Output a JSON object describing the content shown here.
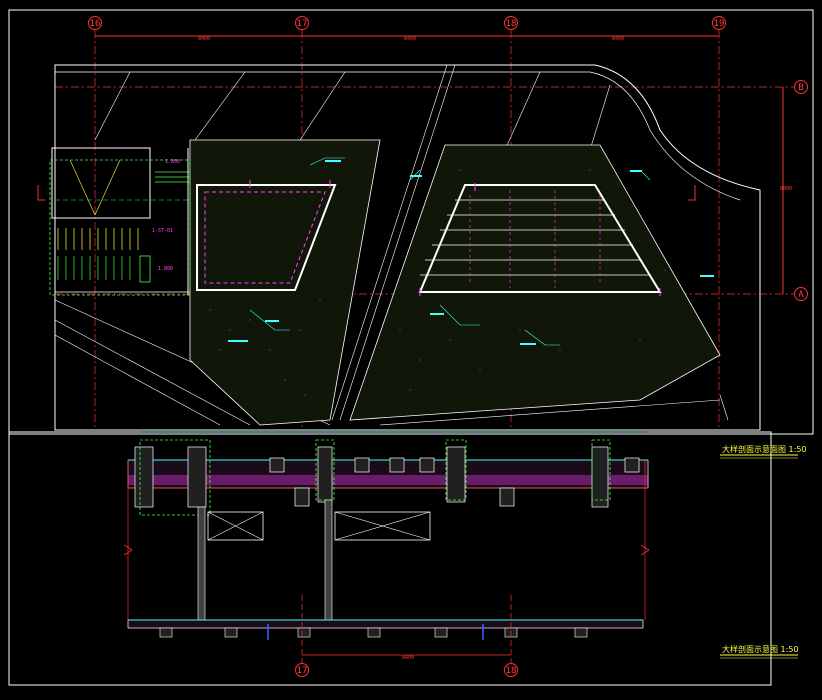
{
  "grid_axes": {
    "vertical_top": [
      "16",
      "17",
      "18",
      "19"
    ],
    "horizontal": [
      "B",
      "A"
    ],
    "vertical_bottom": [
      "17",
      "18"
    ]
  },
  "plan_labels": {
    "panel_tag": "1-ST-01",
    "stair_elev_1": "1.800",
    "stair_elev_2": "1.800"
  },
  "section_titles": {
    "upper": "大样剖面示意面图 1:50",
    "lower": "大样剖面示意图 1:50"
  },
  "colors": {
    "background": "#000000",
    "grid_axis": "#ff3030",
    "outline": "#ffffff",
    "cad_yellow": "#ffff40",
    "cad_green": "#40ff40",
    "cad_cyan": "#40ffff",
    "cad_magenta": "#ff40ff",
    "cad_blue": "#4060ff"
  }
}
